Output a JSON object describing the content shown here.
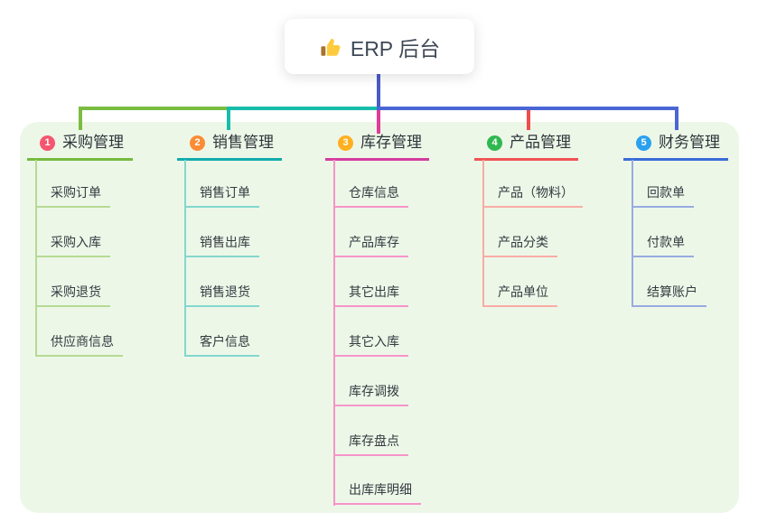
{
  "root": {
    "label": "ERP 后台",
    "icon": "thumbs-up"
  },
  "branches": [
    {
      "number": "1",
      "label": "采购管理",
      "badge_color": "#F4566F",
      "line_color": "#76BB40",
      "child_line_color": "#B5DB92",
      "children": [
        "采购订单",
        "采购入库",
        "采购退货",
        "供应商信息"
      ]
    },
    {
      "number": "2",
      "label": "销售管理",
      "badge_color": "#F98C35",
      "line_color": "#12ACAC",
      "child_line_color": "#82D8CE",
      "children": [
        "销售订单",
        "销售出库",
        "销售退货",
        "客户信息"
      ]
    },
    {
      "number": "3",
      "label": "库存管理",
      "badge_color": "#FFB020",
      "line_color": "#D43C9E",
      "child_line_color": "#F794C9",
      "children": [
        "仓库信息",
        "产品库存",
        "其它出库",
        "其它入库",
        "库存调拨",
        "库存盘点",
        "出库库明细"
      ]
    },
    {
      "number": "4",
      "label": "产品管理",
      "badge_color": "#30B850",
      "line_color": "#F15253",
      "child_line_color": "#F9ACA5",
      "children": [
        "产品（物料）",
        "产品分类",
        "产品单位"
      ]
    },
    {
      "number": "5",
      "label": "财务管理",
      "badge_color": "#29A1EE",
      "line_color": "#3A6BD8",
      "child_line_color": "#98ABE0",
      "children": [
        "回款单",
        "付款单",
        "结算账户"
      ]
    }
  ],
  "connector_colors": {
    "root_stem": "#4A5BC9",
    "left_green": "#7ABD41",
    "mid_teal": "#18BCAC",
    "right_blue": "#4A66D4",
    "drop_magenta": "#E23A97",
    "drop_red": "#F14B4B"
  },
  "panel_color": "#EDF7E8"
}
